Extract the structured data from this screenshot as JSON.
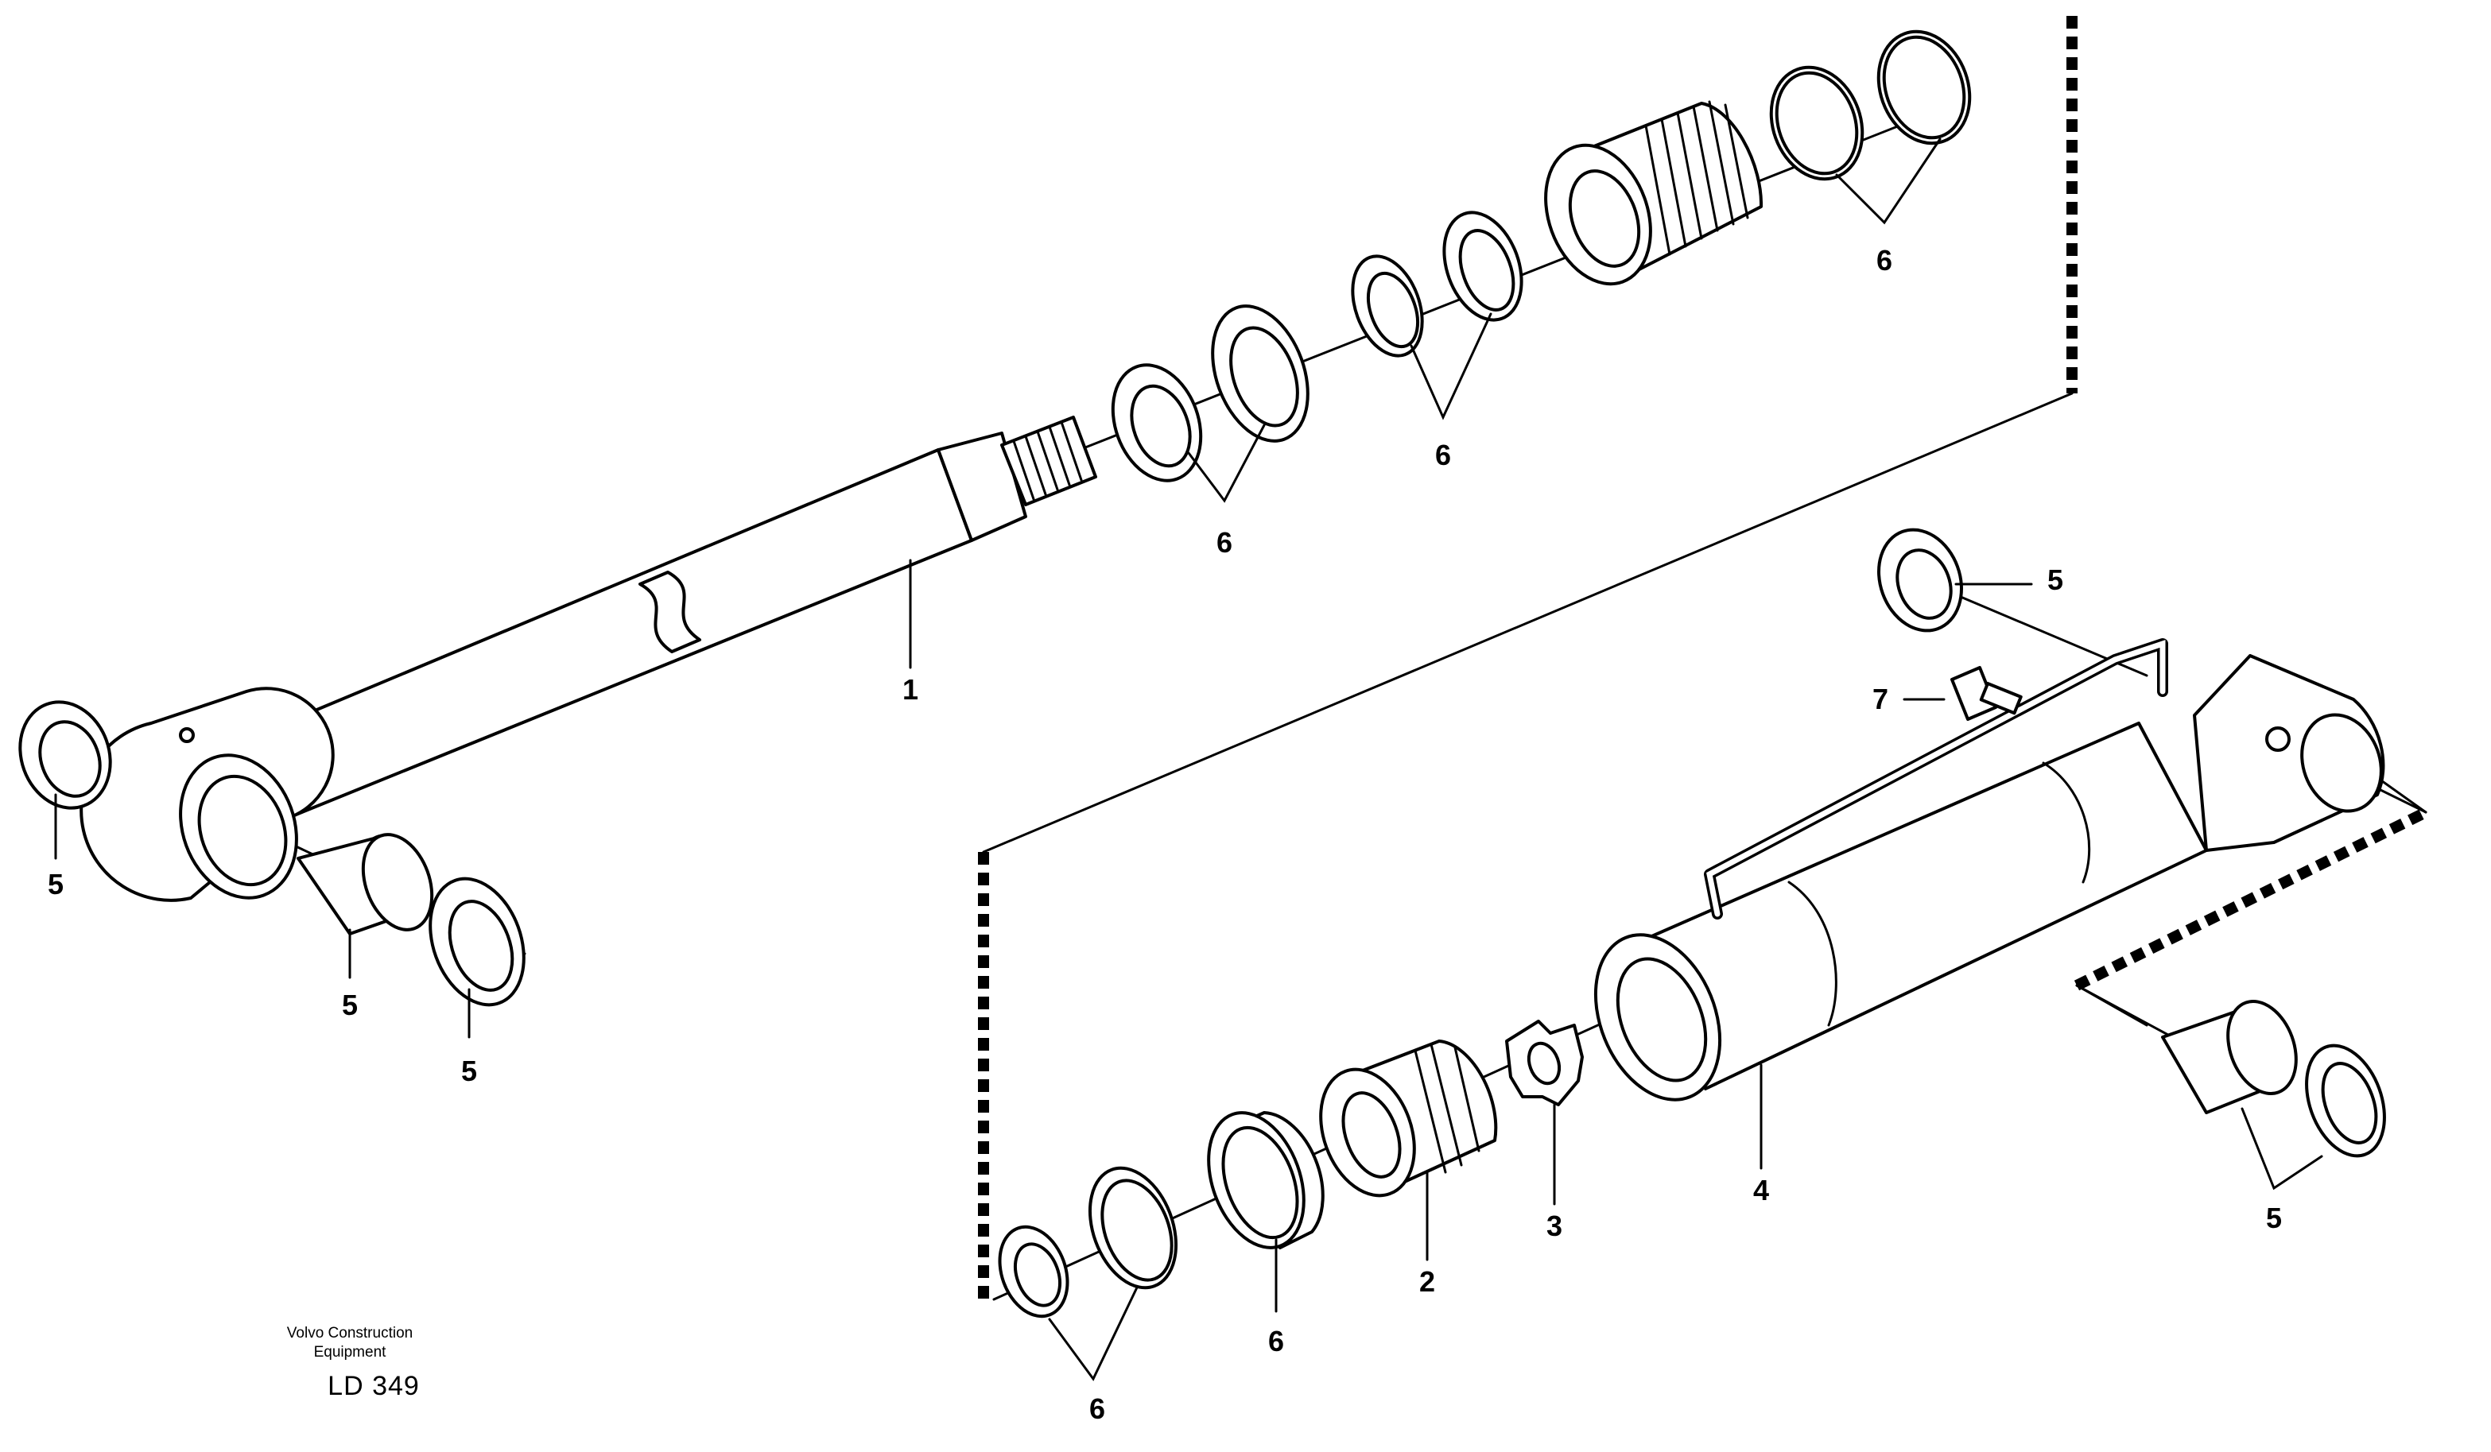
{
  "callouts": [
    {
      "id": "rod",
      "label": "1"
    },
    {
      "id": "piston",
      "label": "2"
    },
    {
      "id": "nut",
      "label": "3"
    },
    {
      "id": "tube",
      "label": "4"
    },
    {
      "id": "rod-eye-seal-left",
      "label": "5"
    },
    {
      "id": "rod-eye-bushing",
      "label": "5"
    },
    {
      "id": "rod-eye-seal-right",
      "label": "5"
    },
    {
      "id": "tube-top-seal",
      "label": "5"
    },
    {
      "id": "tube-eye-parts",
      "label": "5"
    },
    {
      "id": "rod-guide-seals",
      "label": "6"
    },
    {
      "id": "guide-inner-seals",
      "label": "6"
    },
    {
      "id": "guide-o-rings",
      "label": "6"
    },
    {
      "id": "piston-ring",
      "label": "6"
    },
    {
      "id": "piston-seals",
      "label": "6"
    },
    {
      "id": "fitting",
      "label": "7"
    }
  ],
  "footer": {
    "brand_line1": "Volvo Construction",
    "brand_line2": "Equipment",
    "code": "LD 349"
  }
}
